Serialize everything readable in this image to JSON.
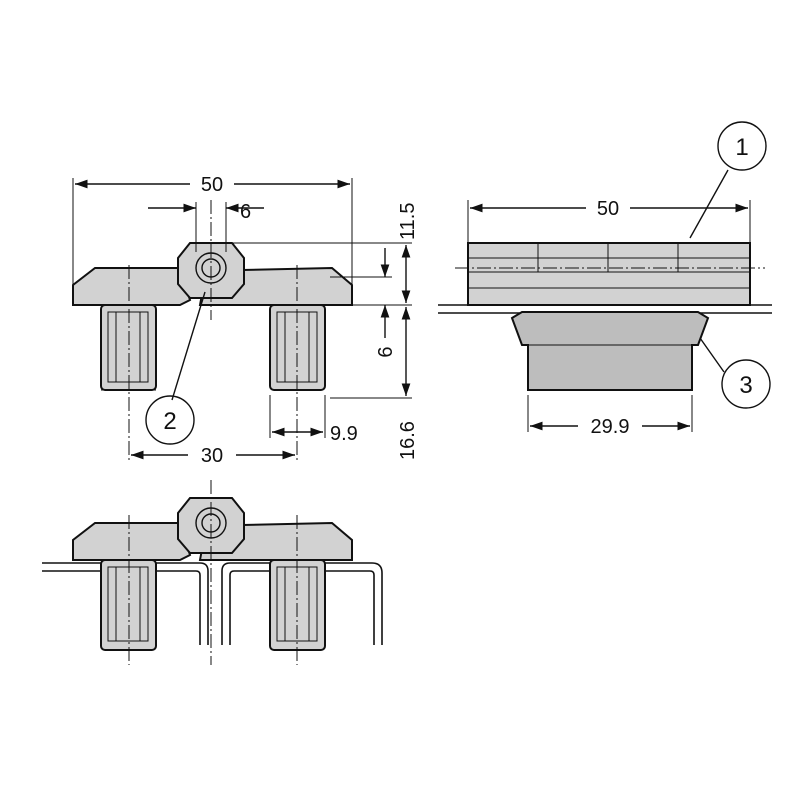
{
  "dimensions": {
    "front_width": "50",
    "pin_dia": "6",
    "height_top": "11.5",
    "offset": "6",
    "height_bottom": "16.6",
    "dowel_dia": "9.9",
    "dowel_spacing": "30",
    "side_width": "50",
    "side_base_width": "29.9"
  },
  "callouts": {
    "c1": "1",
    "c2": "2",
    "c3": "3"
  }
}
